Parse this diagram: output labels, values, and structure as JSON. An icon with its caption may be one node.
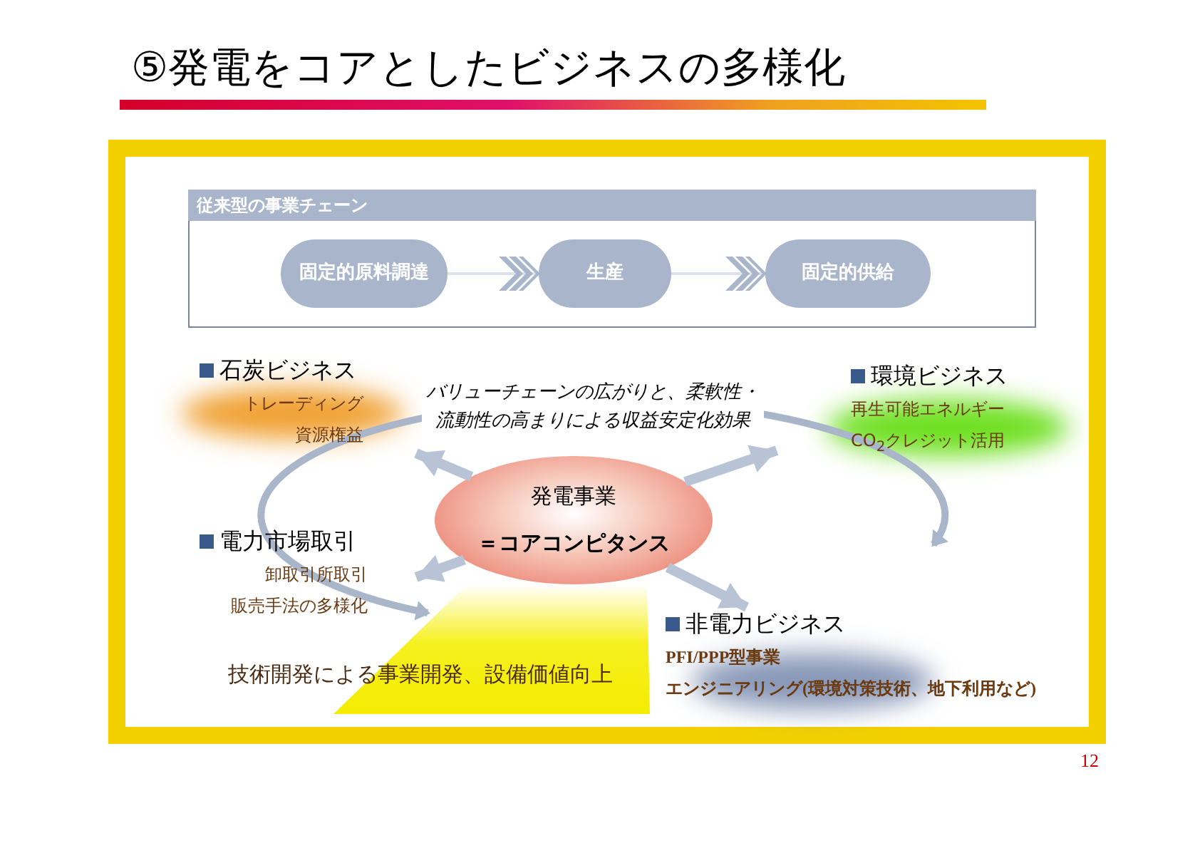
{
  "diagram": {
    "title": "⑤発電をコアとしたビジネスの多様化",
    "nodes": [
      {
        "text": [
          "従来型の事業チェーン"
        ]
      },
      {
        "text": [
          "固定的原料調達"
        ],
        "in": 0
      },
      {
        "text": [
          "生産"
        ],
        "in": 0
      },
      {
        "text": [
          "固定的供給"
        ],
        "in": 0
      },
      {
        "text": [
          "発電事業",
          "＝コアコンピタンス"
        ]
      },
      {
        "text": [
          "石炭ビジネス",
          "トレーディング",
          "資源権益"
        ]
      },
      {
        "text": [
          "環境ビジネス",
          "再生可能エネルギー",
          "CO$_{2}$クレジット活用"
        ]
      },
      {
        "text": [
          "電力市場取引",
          "卸取引所取引",
          "販売手法の多様化"
        ]
      },
      {
        "text": [
          "非電力ビジネス",
          "PFI/PPP型事業",
          "エンジニアリング(環境対策技術、地下利用など)"
        ]
      },
      {
        "text": [
          "技術開発による事業開発、設備価値向上"
        ]
      }
    ],
    "edges": [
      {
        "from": 1,
        "to": 2,
        "arrow": "to"
      },
      {
        "from": 2,
        "to": 3,
        "arrow": "to"
      },
      {
        "from": 4,
        "to": 5,
        "arrow": "to"
      },
      {
        "from": 4,
        "to": 6,
        "arrow": "to"
      },
      {
        "from": 4,
        "to": 7,
        "arrow": "to"
      },
      {
        "from": 4,
        "to": 8,
        "arrow": "to"
      }
    ],
    "labels": [
      "バリューチェーンの広がりと、柔軟性・流動性の高まりによる収益安定化効果",
      "12"
    ]
  }
}
